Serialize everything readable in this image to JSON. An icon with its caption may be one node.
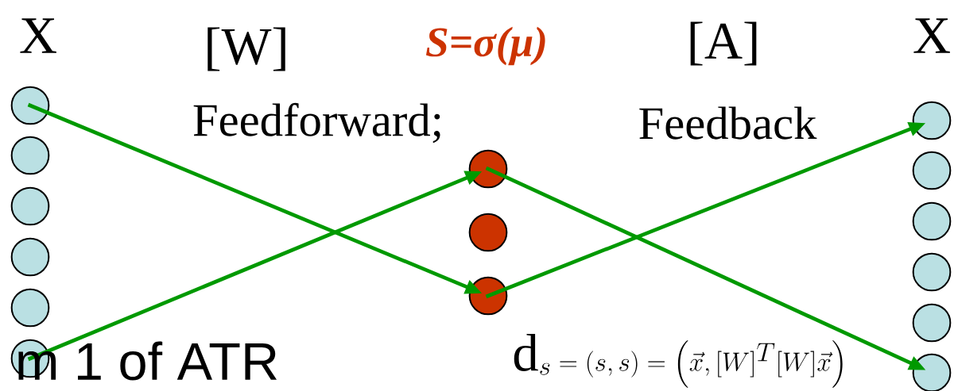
{
  "diagram": {
    "nodes": [
      {
        "text": [],
        "shape": "circle"
      },
      {
        "text": [],
        "shape": "circle"
      },
      {
        "text": [],
        "shape": "circle"
      },
      {
        "text": [],
        "shape": "circle"
      },
      {
        "text": [],
        "shape": "circle"
      },
      {
        "text": [],
        "shape": "circle"
      },
      {
        "text": [],
        "shape": "circle"
      },
      {
        "text": [],
        "shape": "circle"
      },
      {
        "text": [],
        "shape": "circle"
      },
      {
        "text": [],
        "shape": "circle"
      },
      {
        "text": [],
        "shape": "circle"
      },
      {
        "text": [],
        "shape": "circle"
      },
      {
        "text": [],
        "shape": "circle"
      },
      {
        "text": [],
        "shape": "circle"
      },
      {
        "text": [],
        "shape": "circle"
      }
    ],
    "edges": [
      {
        "from": 0,
        "to": 8,
        "arrow": "to"
      },
      {
        "from": 5,
        "to": 6,
        "arrow": "to"
      },
      {
        "from": 8,
        "to": 9,
        "arrow": "to"
      },
      {
        "from": 6,
        "to": 14,
        "arrow": "to"
      }
    ],
    "labels": [
      "X",
      "[W]",
      "S=σ(μ)",
      "[A]",
      "X",
      "Feedforward;",
      "Feedback",
      "m 1 of ATR",
      "\\mathrm{d}_{s}=\\left(s,s\\right)=\\left(\\vec{x},[W]^{T}[W]\\vec{x}\\right)"
    ]
  }
}
